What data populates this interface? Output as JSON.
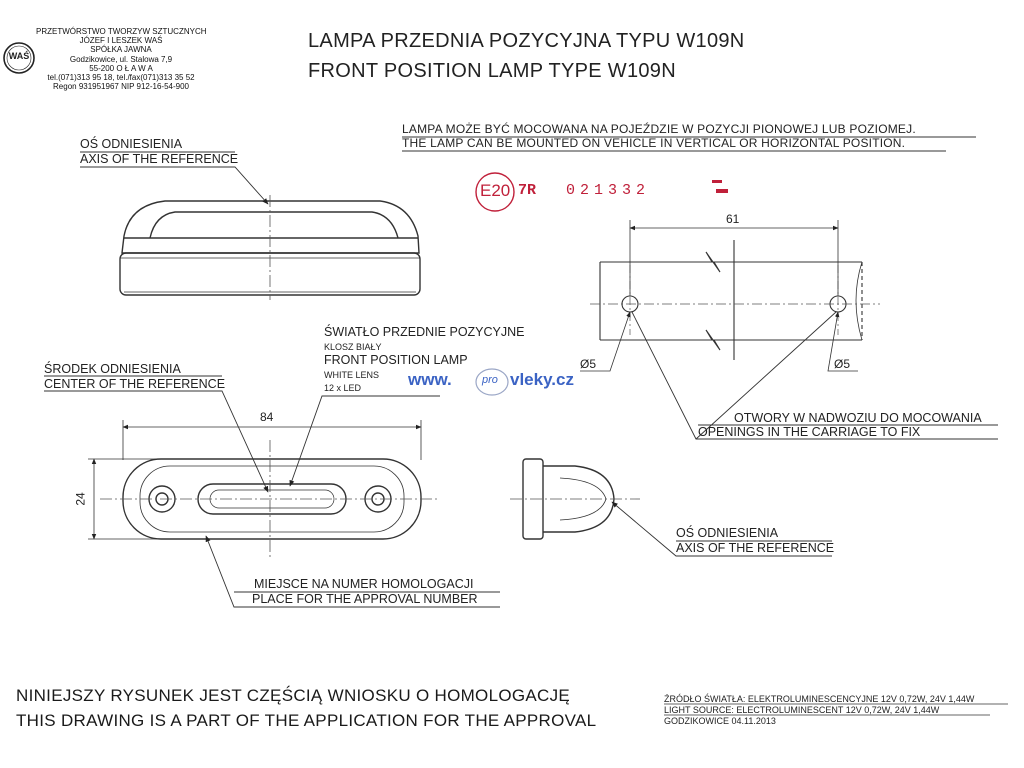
{
  "company": {
    "lines": [
      "PRZETWÓRSTWO TWORZYW SZTUCZNYCH",
      "JÓZEF I LESZEK WAŚ",
      "SPÓŁKA JAWNA",
      "Godzikowice, ul. Stalowa 7,9",
      "55-200  O Ł A W A",
      "tel.(071)313 95 18, tel./fax(071)313 35 52",
      "Regon 931951967 NIP 912-16-54-900"
    ],
    "logo_text": "WAŚ"
  },
  "title": {
    "pl": "LAMPA PRZEDNIA POZYCYJNA TYPU W109N",
    "en": "FRONT POSITION LAMP TYPE W109N"
  },
  "mounting_note": {
    "pl": "LAMPA MOŻE BYĆ MOCOWANA NA POJEŹDZIE W POZYCJI PIONOWEJ LUB POZIOMEJ.",
    "en": "THE LAMP CAN BE MOUNTED ON VEHICLE IN VERTICAL OR HORIZONTAL POSITION."
  },
  "approval_stamp": {
    "mark": "E20",
    "category": "7R",
    "number": "021332"
  },
  "watermark": {
    "prefix": "www.",
    "middle": "pro",
    "suffix": "vleky.cz"
  },
  "labels": {
    "axis_top": {
      "pl": "OŚ ODNIESIENIA",
      "en": "AXIS OF THE REFERENCE"
    },
    "axis_side": {
      "pl": "OŚ ODNIESIENIA",
      "en": "AXIS OF THE REFERENCE"
    },
    "center": {
      "pl": "ŚRODEK ODNIESIENIA",
      "en": "CENTER OF THE REFERENCE"
    },
    "front_lamp": {
      "pl": "ŚWIATŁO PRZEDNIE POZYCYJNE",
      "pl_lens": "KLOSZ BIAŁY",
      "en": "FRONT POSITION LAMP",
      "en_lens": "WHITE LENS",
      "leds": "12 x LED"
    },
    "approval_place": {
      "pl": "MIEJSCE NA NUMER HOMOLOGACJI",
      "en": "PLACE FOR THE APPROVAL NUMBER"
    },
    "openings": {
      "pl": "OTWORY W NADWOZIU DO MOCOWANIA",
      "en": "OPENINGS IN THE CARRIAGE TO FIX"
    }
  },
  "dimensions": {
    "length": "84",
    "height": "24",
    "hole_spacing": "61",
    "hole_left": "Ø5",
    "hole_right": "Ø5"
  },
  "footer": {
    "left_pl": "NINIEJSZY RYSUNEK JEST CZĘŚCIĄ WNIOSKU O HOMOLOGACJĘ",
    "left_en": "THIS DRAWING IS A PART OF THE APPLICATION FOR THE APPROVAL",
    "right_pl": "ŹRÓDŁO ŚWIATŁA: ELEKTROLUMINESCENCYJNE 12V 0,72W, 24V 1,44W",
    "right_en": "LIGHT SOURCE: ELECTROLUMINESCENT 12V 0,72W, 24V 1,44W",
    "right_place_date": "GODZIKOWICE 04.11.2013"
  },
  "colors": {
    "ink": "#222222",
    "stamp_red": "#c0203a",
    "watermark_blue": "#3b63c4"
  }
}
